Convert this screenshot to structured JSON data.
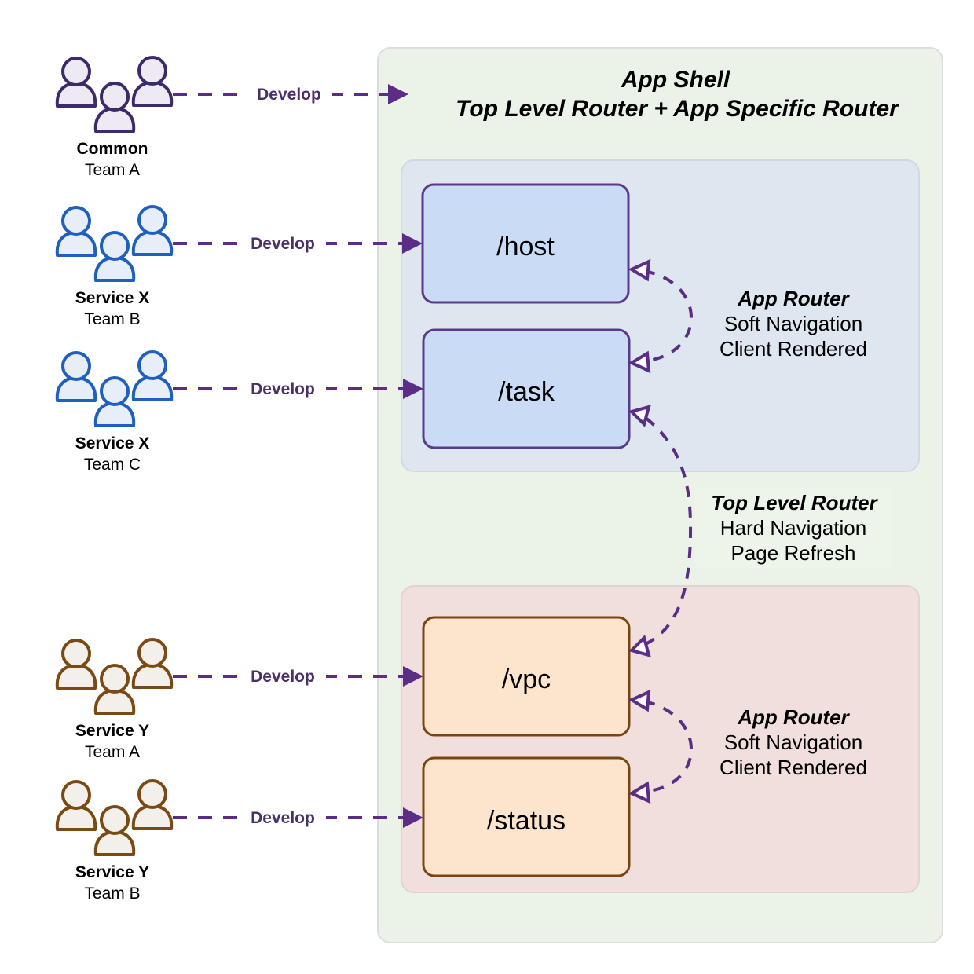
{
  "app_shell": {
    "title_line1": "App Shell",
    "title_line2": "Top Level Router + App Specific Router",
    "colors": {
      "fill": "#ebf3e8",
      "stroke": "#dcdcdc"
    }
  },
  "teams": [
    {
      "name": "Common",
      "team": "Team A",
      "edge_label": "Develop",
      "target": "app-shell",
      "icon_stroke": "#3d2a6b",
      "icon_fill": "#eeeaf4"
    },
    {
      "name": "Service X",
      "team": "Team B",
      "edge_label": "Develop",
      "target": "/host",
      "icon_stroke": "#1f5fbf",
      "icon_fill": "#e8eef8"
    },
    {
      "name": "Service X",
      "team": "Team C",
      "edge_label": "Develop",
      "target": "/task",
      "icon_stroke": "#1f5fbf",
      "icon_fill": "#e8eef8"
    },
    {
      "name": "Service Y",
      "team": "Team A",
      "edge_label": "Develop",
      "target": "/vpc",
      "icon_stroke": "#7a4a14",
      "icon_fill": "#f3efea"
    },
    {
      "name": "Service Y",
      "team": "Team B",
      "edge_label": "Develop",
      "target": "/status",
      "icon_stroke": "#7a4a14",
      "icon_fill": "#f3efea"
    }
  ],
  "groups": [
    {
      "id": "service-x",
      "colors": {
        "fill": "#dee6f0",
        "stroke": "#d2d8e0"
      },
      "routes": [
        "/host",
        "/task"
      ],
      "route_colors": {
        "fill": "#cadbf6",
        "stroke": "#5b3a8c"
      },
      "router": {
        "title": "App Router",
        "line1": "Soft Navigation",
        "line2": "Client Rendered"
      }
    },
    {
      "id": "service-y",
      "colors": {
        "fill": "#f1dfdd",
        "stroke": "#e2d2d0"
      },
      "routes": [
        "/vpc",
        "/status"
      ],
      "route_colors": {
        "fill": "#fce5cc",
        "stroke": "#7a4510"
      },
      "router": {
        "title": "App Router",
        "line1": "Soft Navigation",
        "line2": "Client Rendered"
      }
    }
  ],
  "top_level_router": {
    "title": "Top Level Router",
    "line1": "Hard Navigation",
    "line2": "Page Refresh"
  },
  "edge_color": "#5b2d86"
}
